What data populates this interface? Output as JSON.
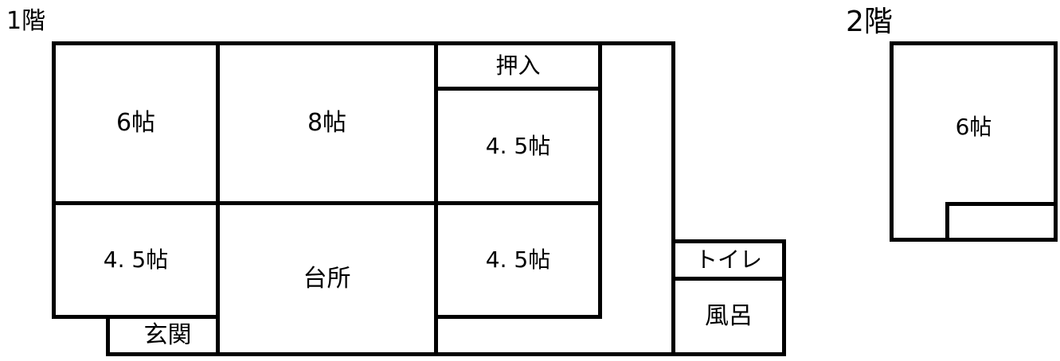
{
  "floor1": {
    "label": "1階",
    "rooms": [
      {
        "id": "room-6jo",
        "label": "6帖"
      },
      {
        "id": "room-8jo",
        "label": "8帖"
      },
      {
        "id": "closet",
        "label": "押入"
      },
      {
        "id": "room-4-5jo-upper-right",
        "label": "4. 5帖"
      },
      {
        "id": "room-4-5jo-lower-left",
        "label": "4. 5帖"
      },
      {
        "id": "kitchen",
        "label": "台所"
      },
      {
        "id": "room-4-5jo-lower-right",
        "label": "4. 5帖"
      },
      {
        "id": "entrance",
        "label": "玄関"
      },
      {
        "id": "toilet",
        "label": "トイレ"
      },
      {
        "id": "bath",
        "label": "風呂"
      }
    ]
  },
  "floor2": {
    "label": "2階",
    "rooms": [
      {
        "id": "room-6jo-2f",
        "label": "6帖"
      }
    ]
  },
  "colors": {
    "line": "#000000",
    "background": "#ffffff"
  }
}
